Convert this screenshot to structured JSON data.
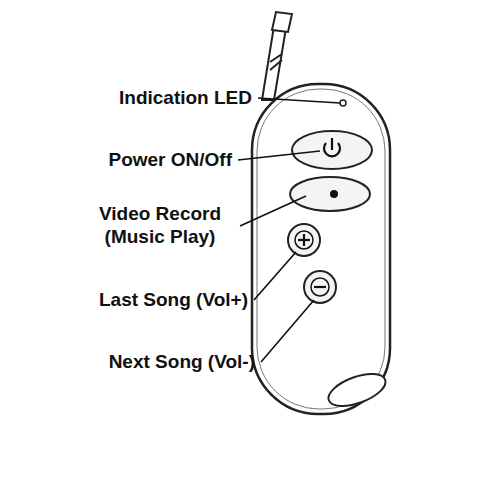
{
  "diagram": {
    "labels": [
      "Indication LED",
      "Power ON/Off",
      "Video Record (Music Play)",
      "Last Song (Vol+)",
      "Next Song (Vol-)"
    ]
  }
}
